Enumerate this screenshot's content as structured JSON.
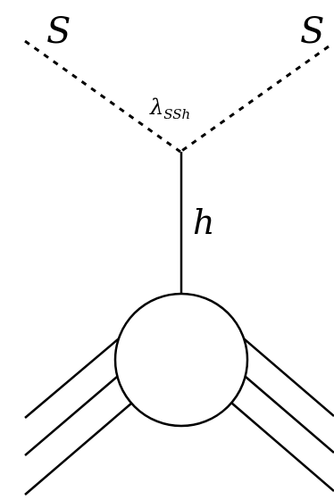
{
  "diagram": {
    "labels": {
      "left_scalar": "S",
      "right_scalar": "S",
      "higgs": "h",
      "coupling_symbol": "λ",
      "coupling_subscript": "SSh"
    },
    "colors": {
      "line": "#000000",
      "background": "#ffffff"
    }
  }
}
